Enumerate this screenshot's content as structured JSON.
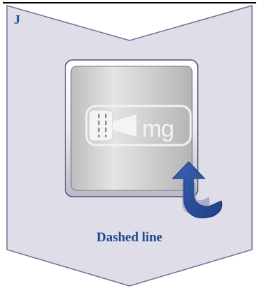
{
  "step": {
    "letter": "J"
  },
  "window": {
    "unit_label": "mg"
  },
  "caption": {
    "text": "Dashed line"
  },
  "icons": [
    "rotate-arrow-icon",
    "dose-window-icon"
  ],
  "colors": {
    "panel_fill": "#dedde8",
    "panel_border": "#6e6f99",
    "text": "#1f4a8f",
    "arrow": "#2f56a2"
  }
}
